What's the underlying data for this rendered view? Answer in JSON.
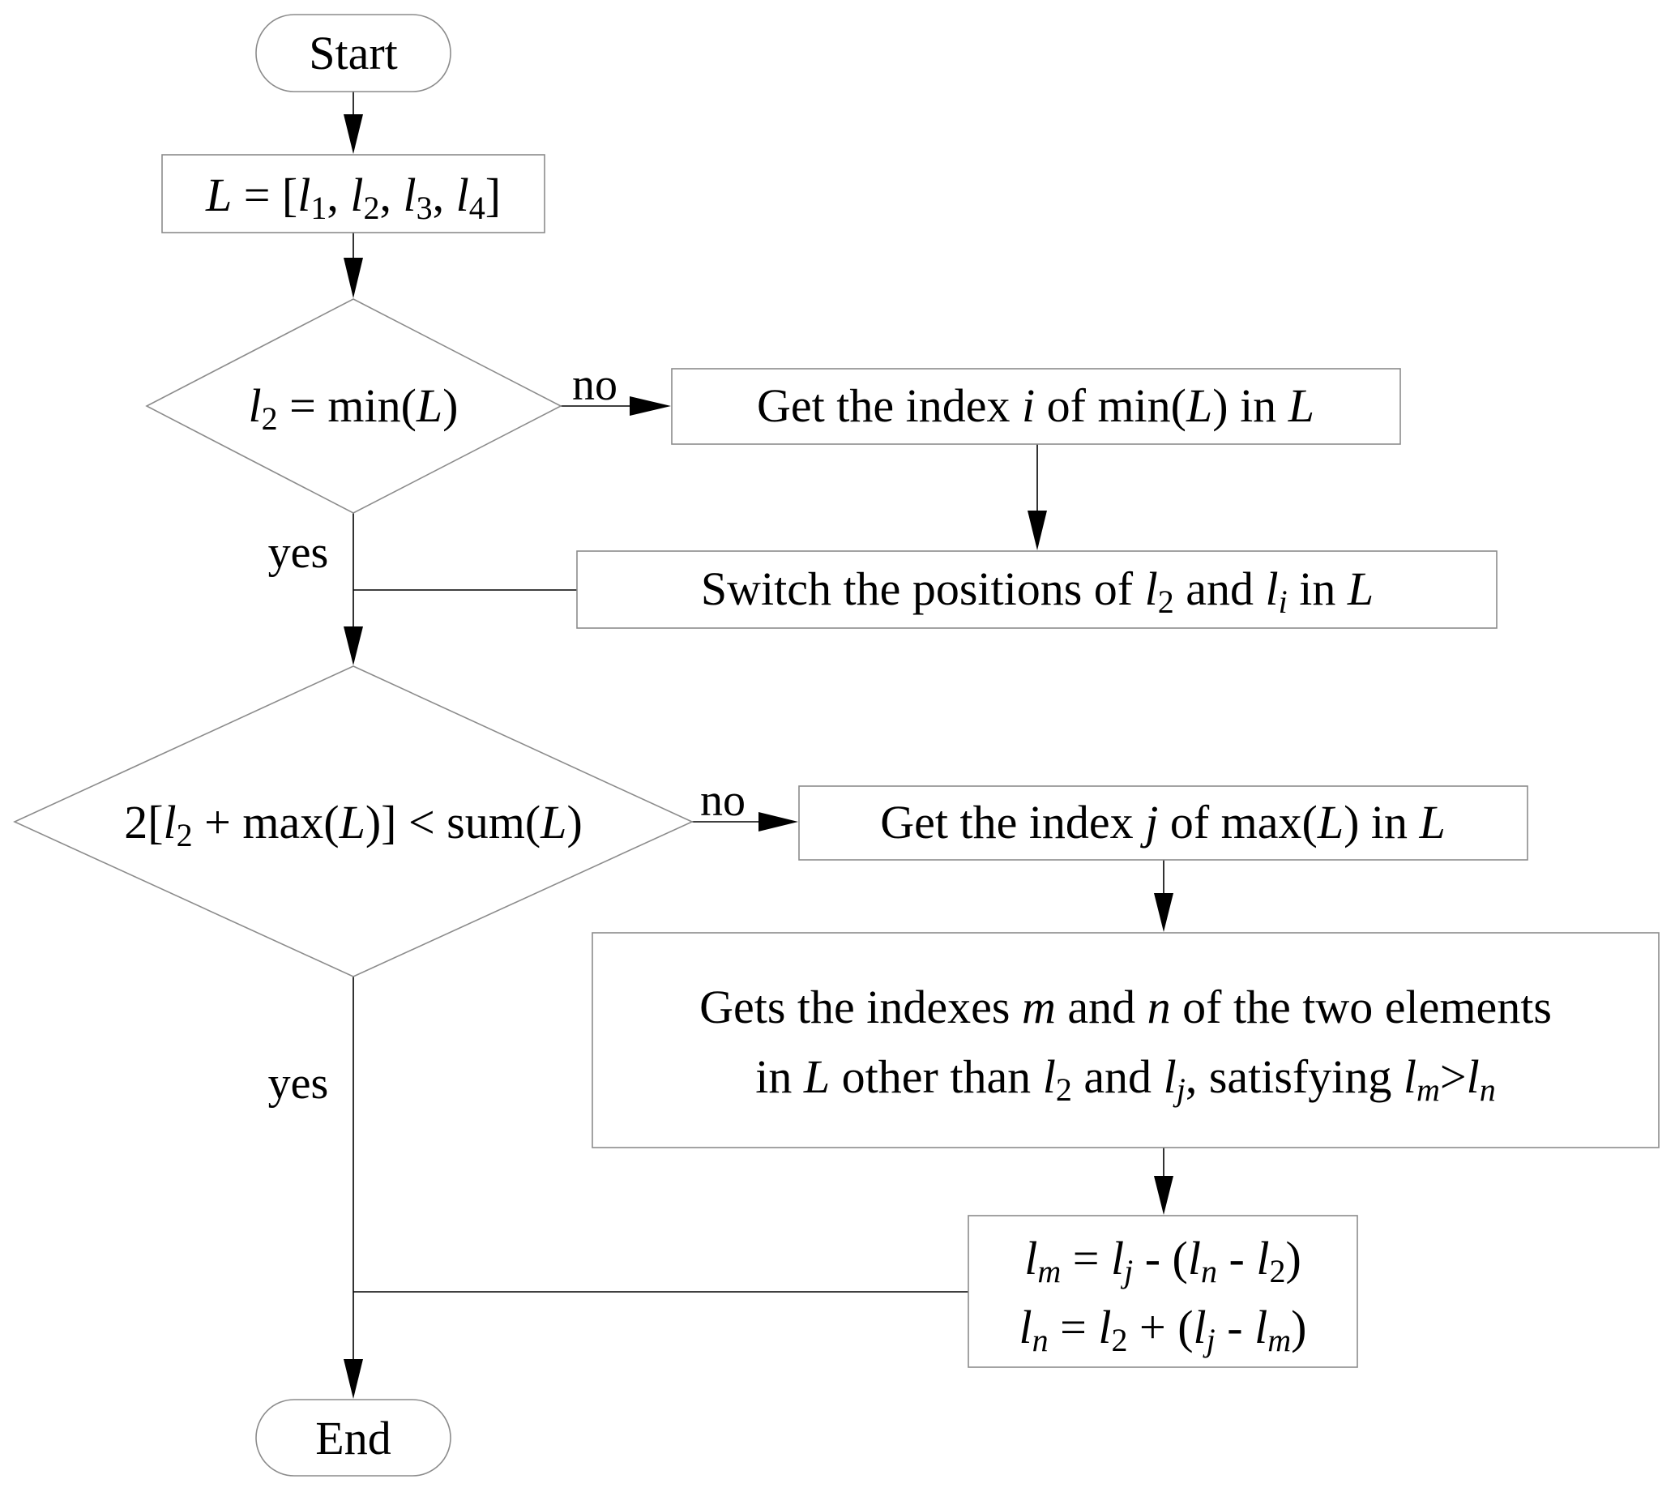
{
  "diagram": {
    "type": "flowchart",
    "start": {
      "label": "Start"
    },
    "end": {
      "label": "End"
    },
    "init": {
      "lhs": "L",
      "eq": " = [",
      "e1": "l",
      "s1": "1",
      "e2": "l",
      "s2": "2",
      "e3": "l",
      "s3": "3",
      "e4": "l",
      "s4": "4",
      "close": "]",
      "sep": ", "
    },
    "decision1": {
      "var": "l",
      "sub": "2",
      "rest": " = min(",
      "L": "L",
      "close": ")",
      "no_label": "no",
      "yes_label": "yes"
    },
    "step_get_i": {
      "p1": "Get the index ",
      "i": "i",
      "p2": " of min(",
      "L": "L",
      "p3": ") in ",
      "L2": "L"
    },
    "step_switch": {
      "p1": "Switch the positions of ",
      "l": "l",
      "s2": "2",
      "p2": " and ",
      "l2": "l",
      "si": "i",
      "p3": " in ",
      "L": "L"
    },
    "decision2": {
      "p1": "2[",
      "l": "l",
      "s2": "2",
      "p2": " + max(",
      "L": "L",
      "p3": ")] < sum(",
      "L2": "L",
      "p4": ")",
      "no_label": "no",
      "yes_label": "yes"
    },
    "step_get_j": {
      "p1": "Get the index ",
      "j": "j",
      "p2": " of max(",
      "L": "L",
      "p3": ") in ",
      "L2": "L"
    },
    "step_gets": {
      "line1": {
        "p1": "Gets the indexes ",
        "m": "m",
        "p2": " and ",
        "n": "n",
        "p3": " of the two elements"
      },
      "line2": {
        "p1": "in ",
        "L": "L",
        "p2": " other than ",
        "l": "l",
        "s2": "2",
        "p3": " and ",
        "l2": "l",
        "sj": "j",
        "p4": ", satisfying ",
        "l3": "l",
        "sm": "m",
        "gt": ">",
        "l4": "l",
        "sn": "n"
      }
    },
    "step_update": {
      "line1": {
        "l": "l",
        "sm": "m",
        "eq": " = ",
        "l2": "l",
        "sj": "j",
        "p1": " - (",
        "l3": "l",
        "sn": "n",
        "p2": " - ",
        "l4": "l",
        "s2": "2",
        "p3": ")"
      },
      "line2": {
        "l": "l",
        "sn": "n",
        "eq": " = ",
        "l2": "l",
        "s2": "2",
        "p1": " + (",
        "l3": "l",
        "sj": "j",
        "p2": " - ",
        "l4": "l",
        "sm": "m",
        "p3": ")"
      }
    }
  }
}
